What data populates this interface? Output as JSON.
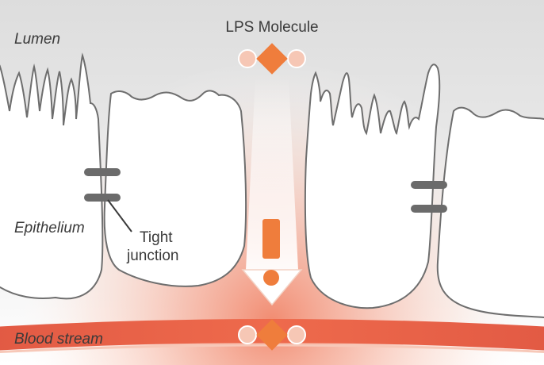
{
  "labels": {
    "lumen": "Lumen",
    "lps_molecule": "LPS Molecule",
    "epithelium": "Epithelium",
    "tight_junction_line1": "Tight",
    "tight_junction_line2": "junction",
    "blood_stream": "Blood stream"
  },
  "colors": {
    "lumen_gray": "#e4e4e4",
    "cell_outline": "#6e6e6e",
    "junction_gray": "#6b6b6b",
    "blood_red": "#e8533c",
    "lps_orange": "#ef7d3c",
    "lps_pink": "#f6c7b5",
    "alert_orange": "#ef7d3c"
  },
  "icons": {
    "lps_molecule_top": "lps-molecule-icon",
    "lps_molecule_bottom": "lps-molecule-icon",
    "warning": "exclamation-icon",
    "arrow": "down-arrow-icon"
  }
}
